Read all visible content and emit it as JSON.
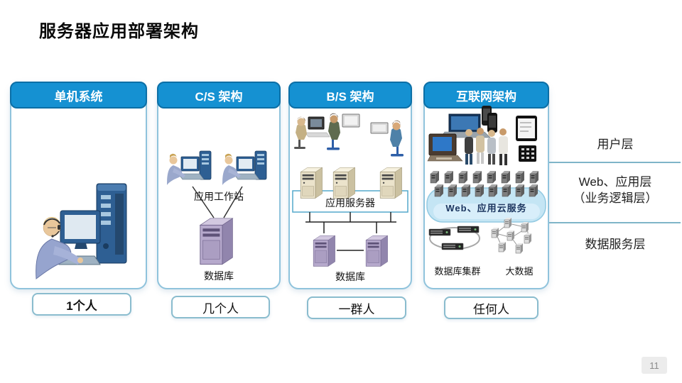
{
  "slide": {
    "title": "服务器应用部署架构",
    "page_number": "11"
  },
  "columns": [
    {
      "header": "单机系统",
      "audience": "1个人"
    },
    {
      "header": "C/S 架构",
      "audience": "几个人",
      "labels": {
        "workstation": "应用工作站",
        "database": "数据库"
      }
    },
    {
      "header": "B/S 架构",
      "audience": "一群人",
      "labels": {
        "app_server": "应用服务器",
        "database": "数据库"
      }
    },
    {
      "header": "互联网架构",
      "audience": "任何人",
      "labels": {
        "cloud": "Web、应用云服务",
        "db_cluster": "数据库集群",
        "big_data": "大数据"
      }
    }
  ],
  "layers": [
    {
      "label": "用户层"
    },
    {
      "label": "Web、应用层",
      "sublabel": "（业务逻辑层）"
    },
    {
      "label": "数据服务层"
    }
  ],
  "colors": {
    "header_blue": "#1591D2",
    "header_border": "#0C6FA6",
    "column_border": "#8FC3DC",
    "divider_teal": "#7FB5C8",
    "cloud_fill": "#C4E5F4",
    "db_tower_purple": "#B6A9CC",
    "server_tower_beige": "#EBE3CB"
  }
}
